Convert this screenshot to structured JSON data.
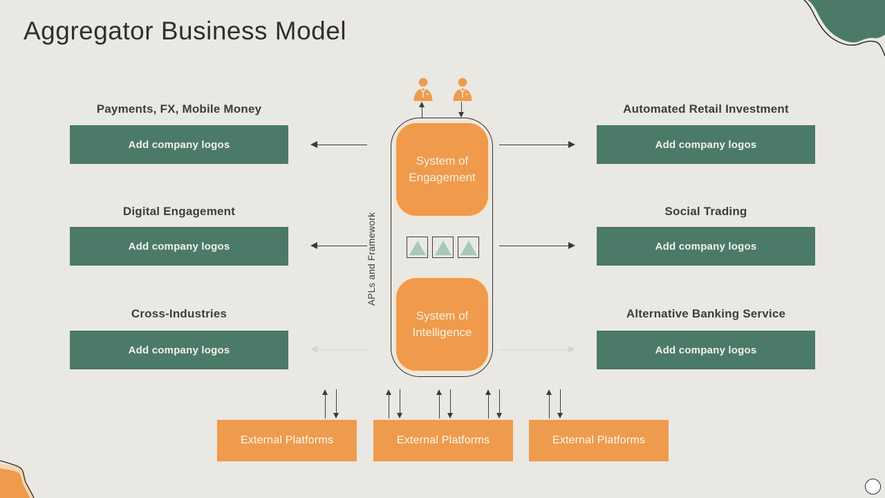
{
  "title": "Aggregator Business Model",
  "left_sections": [
    {
      "header": "Payments, FX, Mobile Money",
      "box": "Add company logos"
    },
    {
      "header": "Digital Engagement",
      "box": "Add company logos"
    },
    {
      "header": "Cross-Industries",
      "box": "Add company logos"
    }
  ],
  "right_sections": [
    {
      "header": "Automated Retail Investment",
      "box": "Add company logos"
    },
    {
      "header": "Social Trading",
      "box": "Add company logos"
    },
    {
      "header": "Alternative Banking Service",
      "box": "Add company logos"
    }
  ],
  "center": {
    "engagement_label": "System of Engagement",
    "intelligence_label": "System of Intelligence",
    "framework_label": "APLs and Framework"
  },
  "bottom_platforms": [
    {
      "label": "External Platforms"
    },
    {
      "label": "External Platforms"
    },
    {
      "label": "External Platforms"
    }
  ],
  "icons": {
    "businessperson-icon": "orange bust glyph",
    "triangle-icon": "▲",
    "arrow-up-icon": "↑",
    "arrow-down-icon": "↓",
    "connector-arrow-left": "←",
    "connector-arrow-right": "→",
    "page-number-circle": "○"
  },
  "colors": {
    "background": "#eae8e3",
    "green": "#4b7a68",
    "orange": "#ef9b4d",
    "sage_triangle": "#a9c7ba",
    "dark_text": "#2e2f30",
    "arrow_dark": "#3a3a3a",
    "arrow_faded": "#d6d4cf",
    "cream_border": "#f4e6d0"
  }
}
